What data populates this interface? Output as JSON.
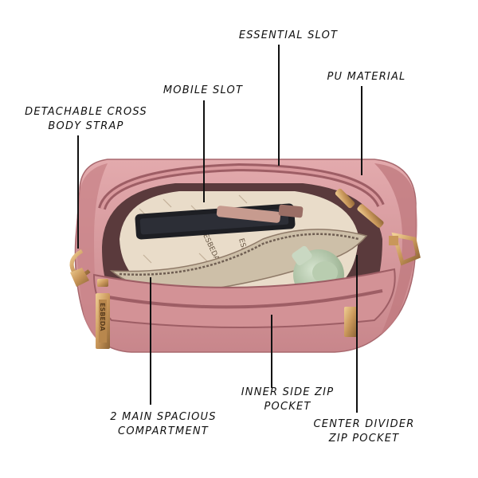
{
  "callouts": {
    "essential_slot": [
      "ESSENTIAL SLOT"
    ],
    "pu_material": [
      "PU MATERIAL"
    ],
    "mobile_slot": [
      "MOBILE SLOT"
    ],
    "strap": [
      "DETACHABLE CROSS",
      "BODY STRAP"
    ],
    "main_compartment": [
      "2 MAIN SPACIOUS",
      "COMPARTMENT"
    ],
    "inner_side_pocket": [
      "INNER SIDE ZIP",
      "POCKET"
    ],
    "center_divider_pocket": [
      "CENTER DIVIDER",
      "ZIP POCKET"
    ]
  },
  "brand": {
    "lining_text": "ESBEDA",
    "tag_text": "ESBEDA"
  },
  "colors": {
    "bag_pink": "#d99a9e",
    "bag_dark": "#b9767c",
    "lining": "#e9dcc9",
    "hardware_gold": "#c9975a",
    "label_ink": "#111111"
  }
}
